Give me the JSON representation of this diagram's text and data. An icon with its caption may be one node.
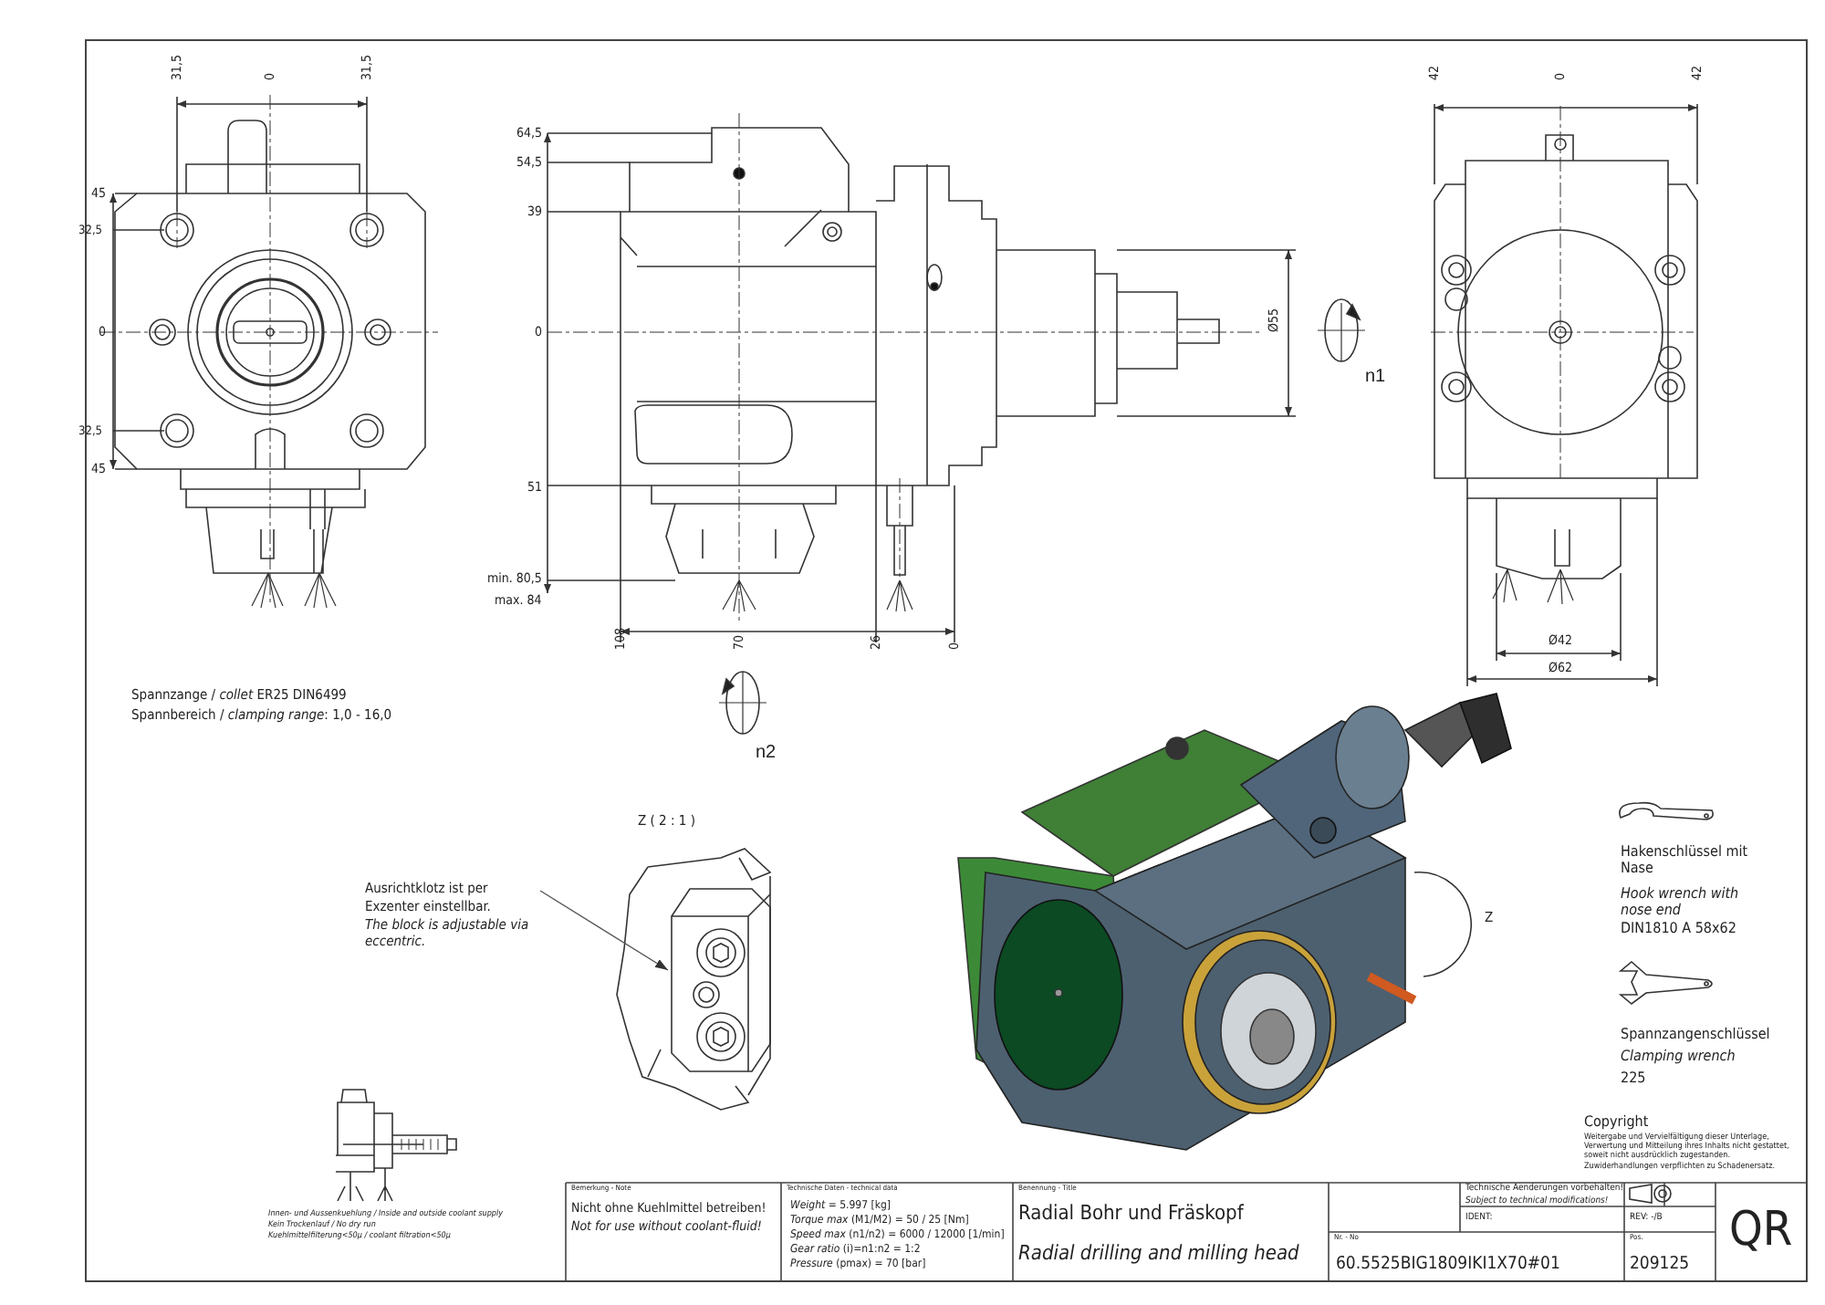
{
  "diagram": {
    "title": "Radial Bohr und Fräskopf",
    "nodes": [
      {
        "text": [
          "Ausrichtklotz ist per Exzenter einstellbar.",
          "The block is adjustable via eccentric."
        ]
      },
      {
        "text": [],
        "shape": "picture"
      }
    ],
    "edges": [
      {
        "from": 0,
        "to": 1,
        "arrow": "to"
      }
    ],
    "labels": [
      "31,5",
      "0",
      "31,5",
      "45",
      "32,5",
      "0",
      "32,5",
      "45",
      "64,5",
      "54,5",
      "39",
      "0",
      "51",
      "min. 80,5",
      "max. 84",
      "108",
      "70",
      "26",
      "0",
      "Ø55",
      "n1",
      "n2",
      "42",
      "0",
      "42",
      "Ø42",
      "Ø62",
      "Spannzange / *collet*   ER25   DIN6499",
      "Spannbereich / *clamping range*: 1,0 - 16,0",
      "Z ( 2 : 1 )",
      "Z",
      "Hakenschlüssel mit Nase",
      "Hook wrench with nose end",
      "DIN1810 A 58x62",
      "Spannzangenschlüssel",
      "Clamping wrench",
      "225",
      "Copyright",
      "Weitergabe und Vervielfältigung dieser Unterlage, Verwertung und Mitteilung ihres Inhalts nicht gestattet, soweit nicht ausdrücklich zugestanden. Zuwiderhandlungen verpflichten zu Schadenersatz.",
      "Innen- und Aussenkuehlung / Inside and outside coolant supply",
      "Kein Trockenlauf / No dry run",
      "Kuehlmittelfilterung<50μ / coolant filtration<50μ",
      "Bemerkung - Note",
      "Nicht ohne Kuehlmittel betreiben!",
      "Not for use without coolant-fluid!",
      "Technische Daten - technical data",
      "*Weight* = 5.997 [kg]",
      "*Torque max* (M1/M2) = 50 / 25 [Nm]",
      "*Speed max* (n1/n2) = 6000 / 12000 [1/min]",
      "*Gear ratio* (i)=n1:n2 = 1:2",
      "*Pressure* (pmax) = 70 [bar]",
      "Benennung - Title",
      "Radial drilling and milling head",
      "Technische Aenderungen vorbehalten!",
      "Subject to technical modifications!",
      "IDENT:",
      "REV: -/B",
      "Nr. - No",
      "60.5525BIG1809IKI1X70#01",
      "Pos.",
      "209125",
      "QR"
    ]
  }
}
